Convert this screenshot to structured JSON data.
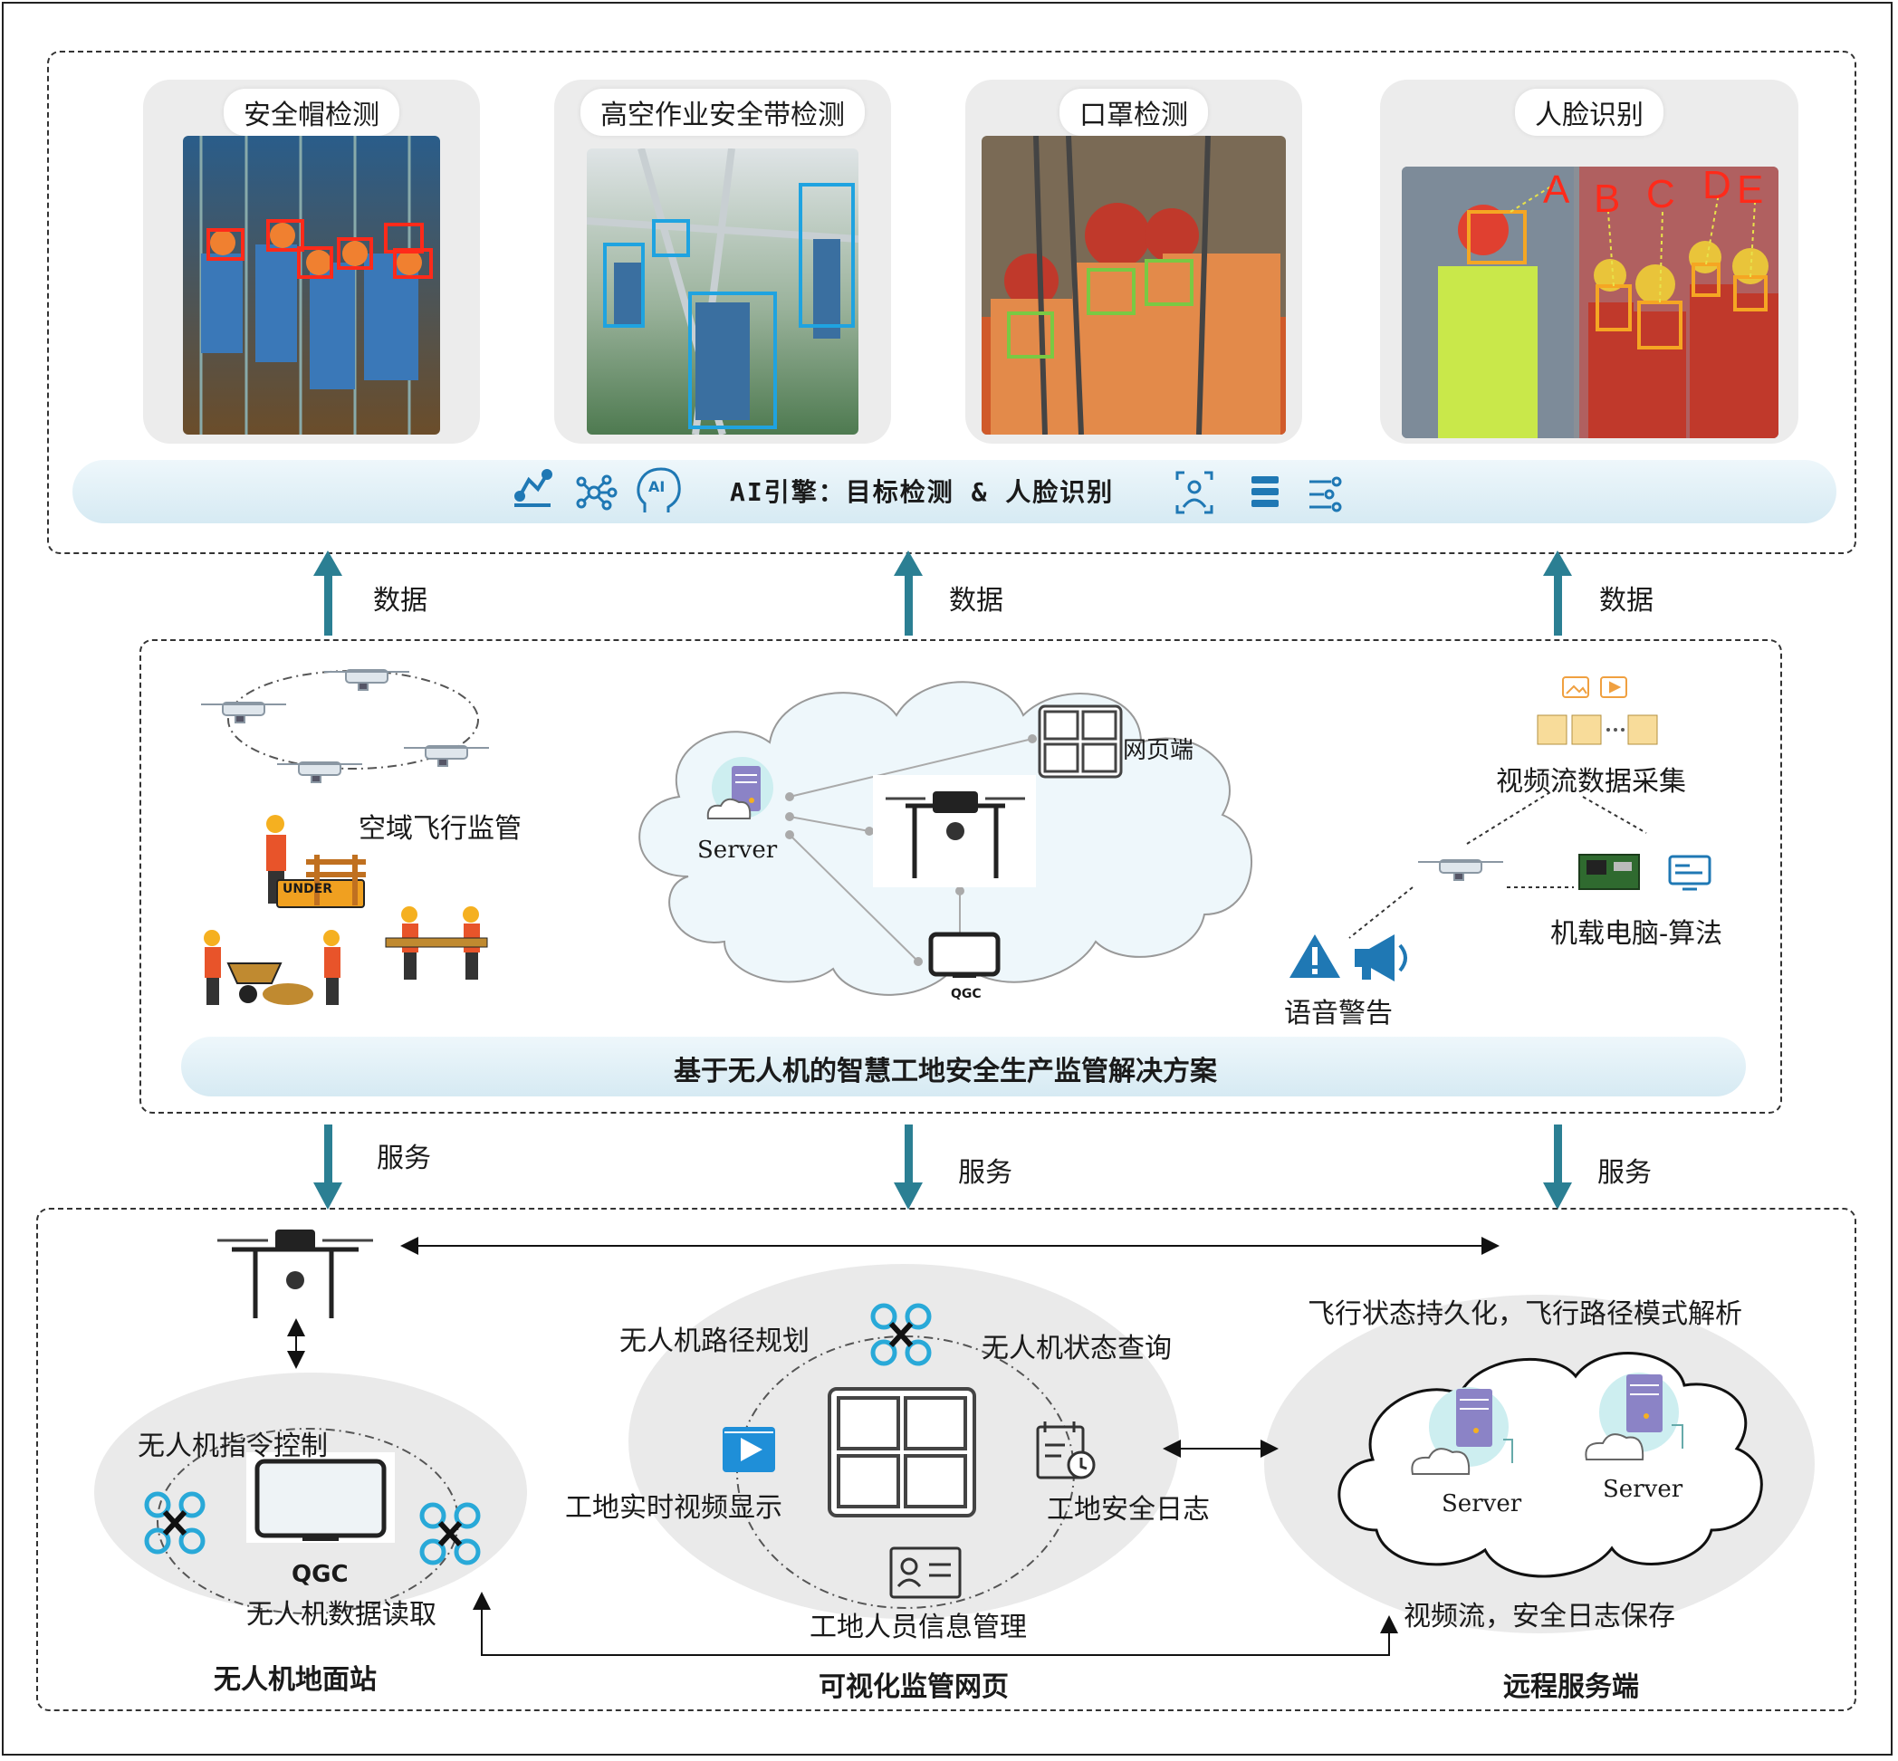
{
  "top_panel": {
    "cards": [
      {
        "title": "安全帽检测"
      },
      {
        "title": "高空作业安全带检测"
      },
      {
        "title": "口罩检测"
      },
      {
        "title": "人脸识别"
      }
    ],
    "face_labels": [
      "A",
      "B",
      "C",
      "D",
      "E"
    ],
    "ai_engine_label": "AI引擎：目标检测 & 人脸识别",
    "ai_badge": "AI"
  },
  "arrows": {
    "up_label": "数据",
    "down_label": "服务"
  },
  "middle_panel": {
    "airspace_label": "空域飞行监管",
    "sign_text": "UNDER",
    "server_label": "Server",
    "web_label": "网页端",
    "qgc_label": "QGC",
    "video_collect_label": "视频流数据采集",
    "onboard_label": "机载电脑-算法",
    "voice_warning_label": "语音警告",
    "solution_title": "基于无人机的智慧工地安全生产监管解决方案"
  },
  "bottom_panel": {
    "ground_station": {
      "command_label": "无人机指令控制",
      "qgc_label": "QGC",
      "data_read_label": "无人机数据读取",
      "title": "无人机地面站"
    },
    "web": {
      "path_label": "无人机路径规划",
      "status_label": "无人机状态查询",
      "video_label": "工地实时视频显示",
      "log_label": "工地安全日志",
      "personnel_label": "工地人员信息管理",
      "title": "可视化监管网页"
    },
    "server": {
      "persist_label": "飞行状态持久化，飞行路径模式解析",
      "server1": "Server",
      "server2": "Server",
      "save_label": "视频流，安全日志保存",
      "title": "远程服务端"
    }
  },
  "colors": {
    "arrow": "#2b7f93",
    "icon_blue": "#1f78b4",
    "detect_red": "#ff2a1a",
    "detect_blue": "#1fa3e0",
    "detect_green": "#7ac943",
    "detect_yellow": "#f5a623",
    "drone_cyan": "#29a9d8"
  }
}
